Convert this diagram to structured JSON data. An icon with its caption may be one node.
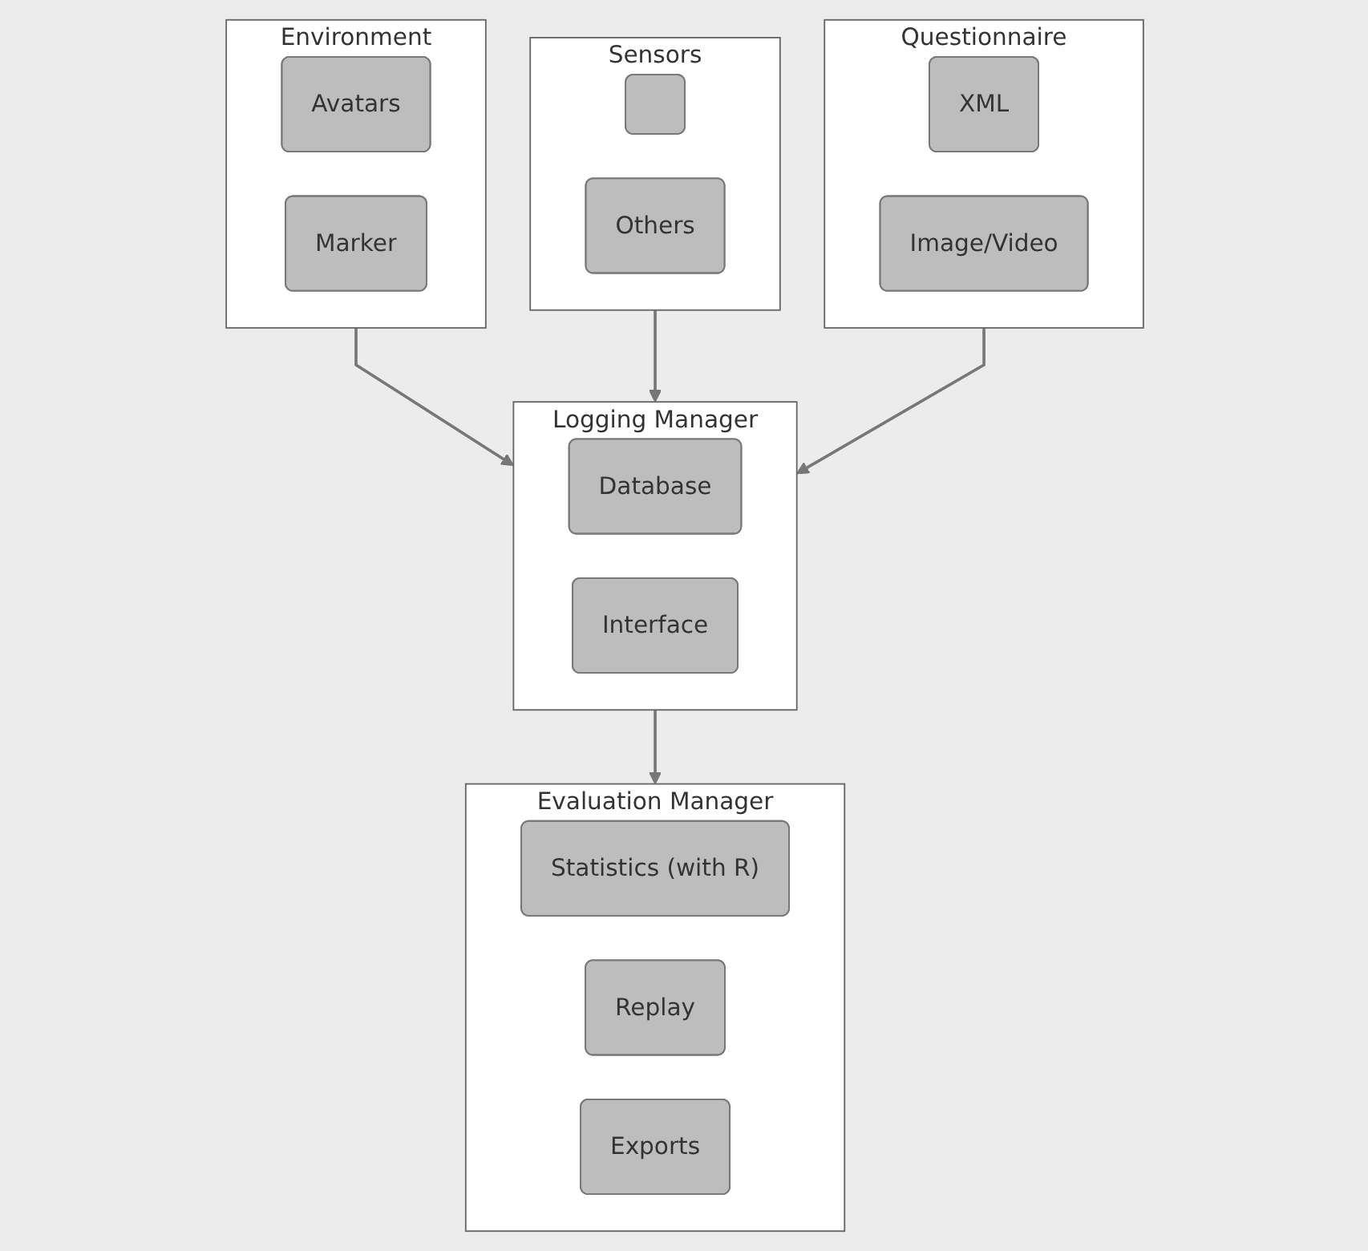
{
  "diagram": {
    "nodes": [
      {
        "text": [
          "Environment"
        ]
      },
      {
        "text": [
          "Avatars"
        ],
        "in": 0
      },
      {
        "text": [
          "Marker"
        ],
        "in": 0
      },
      {
        "text": [
          "Sensors"
        ]
      },
      {
        "text": [],
        "shape": "box",
        "in": 3
      },
      {
        "text": [
          "Others"
        ],
        "in": 3
      },
      {
        "text": [
          "Questionnaire"
        ]
      },
      {
        "text": [
          "XML"
        ],
        "in": 6
      },
      {
        "text": [
          "Image/Video"
        ],
        "in": 6
      },
      {
        "text": [
          "Logging Manager"
        ]
      },
      {
        "text": [
          "Database"
        ],
        "in": 9
      },
      {
        "text": [
          "Interface"
        ],
        "in": 9
      },
      {
        "text": [
          "Evaluation Manager"
        ]
      },
      {
        "text": [
          "Statistics (with R)"
        ],
        "in": 12
      },
      {
        "text": [
          "Replay"
        ],
        "in": 12
      },
      {
        "text": [
          "Exports"
        ],
        "in": 12
      }
    ],
    "edges": [
      {
        "from": 0,
        "to": 9,
        "arrow": "to"
      },
      {
        "from": 3,
        "to": 9,
        "arrow": "to"
      },
      {
        "from": 6,
        "to": 9,
        "arrow": "to"
      },
      {
        "from": 9,
        "to": 12,
        "arrow": "to"
      }
    ]
  }
}
